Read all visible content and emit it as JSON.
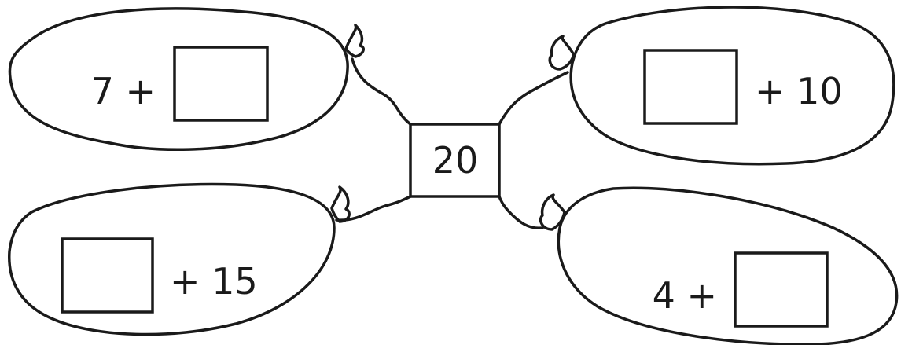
{
  "center": {
    "value": "20"
  },
  "pods": [
    {
      "prefix": "7 +",
      "suffix": ""
    },
    {
      "prefix": "",
      "suffix": "+ 10"
    },
    {
      "prefix": "",
      "suffix": "+ 15"
    },
    {
      "prefix": "4 +",
      "suffix": ""
    }
  ]
}
